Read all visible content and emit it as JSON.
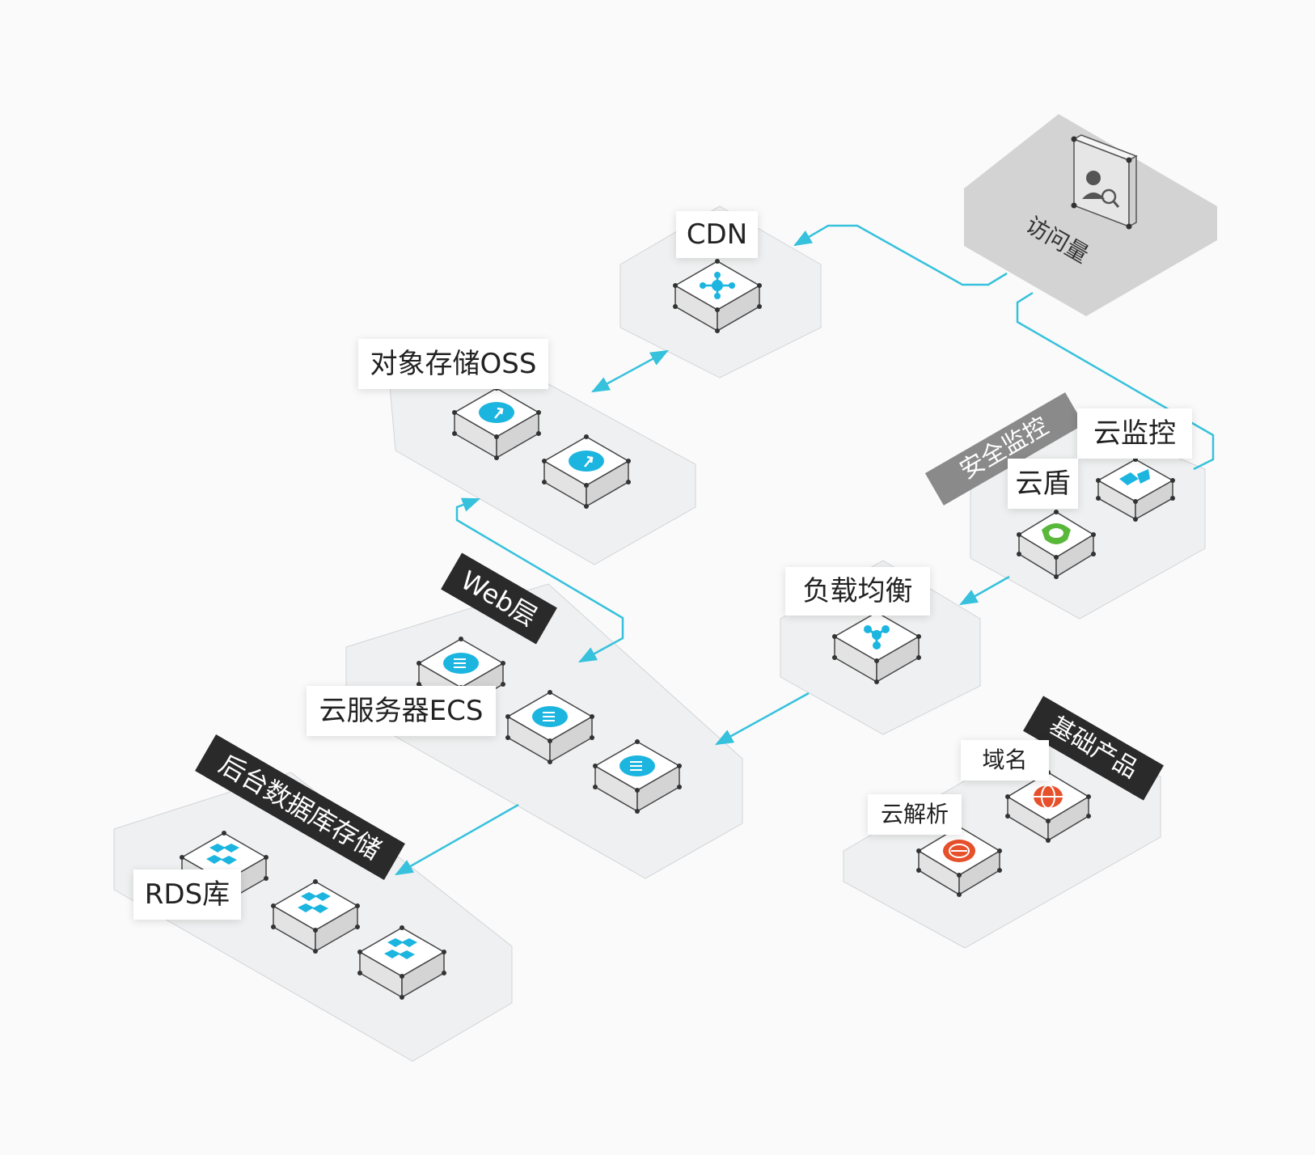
{
  "colors": {
    "connector": "#36c1dc",
    "platform": "#eff0f1",
    "platform_edge": "#d2d4d7",
    "traffic_zone": "#d3d3d3",
    "cube_top": "#ffffff",
    "cube_side": "#e3e3e3",
    "tag_dark": "#2a2a2a",
    "tag_gray": "#8a8a8a",
    "icon_blue": "#1bb5e0",
    "icon_green": "#59b83a",
    "icon_red": "#e6502a"
  },
  "traffic": {
    "label": "访问量",
    "icon": "user-search-icon"
  },
  "cdn": {
    "label": "CDN",
    "icon": "network-hub-icon"
  },
  "oss": {
    "label": "对象存储OSS",
    "icon": "cloud-upload-icon"
  },
  "security": {
    "tag": "安全监控",
    "shield_label": "云盾",
    "shield_icon": "shield-icon",
    "monitor_label": "云监控",
    "monitor_icon": "monitor-icon"
  },
  "slb": {
    "label": "负载均衡",
    "icon": "load-balancer-icon"
  },
  "web": {
    "tag": "Web层",
    "ecs_label": "云服务器ECS",
    "icon": "cloud-server-icon"
  },
  "db": {
    "tag": "后台数据库存储",
    "rds_label": "RDS库",
    "icon": "database-cubes-icon"
  },
  "basic": {
    "tag": "基础产品",
    "domain_label": "域名",
    "domain_icon": "globe-icon",
    "dns_label": "云解析",
    "dns_icon": "dns-icon"
  }
}
